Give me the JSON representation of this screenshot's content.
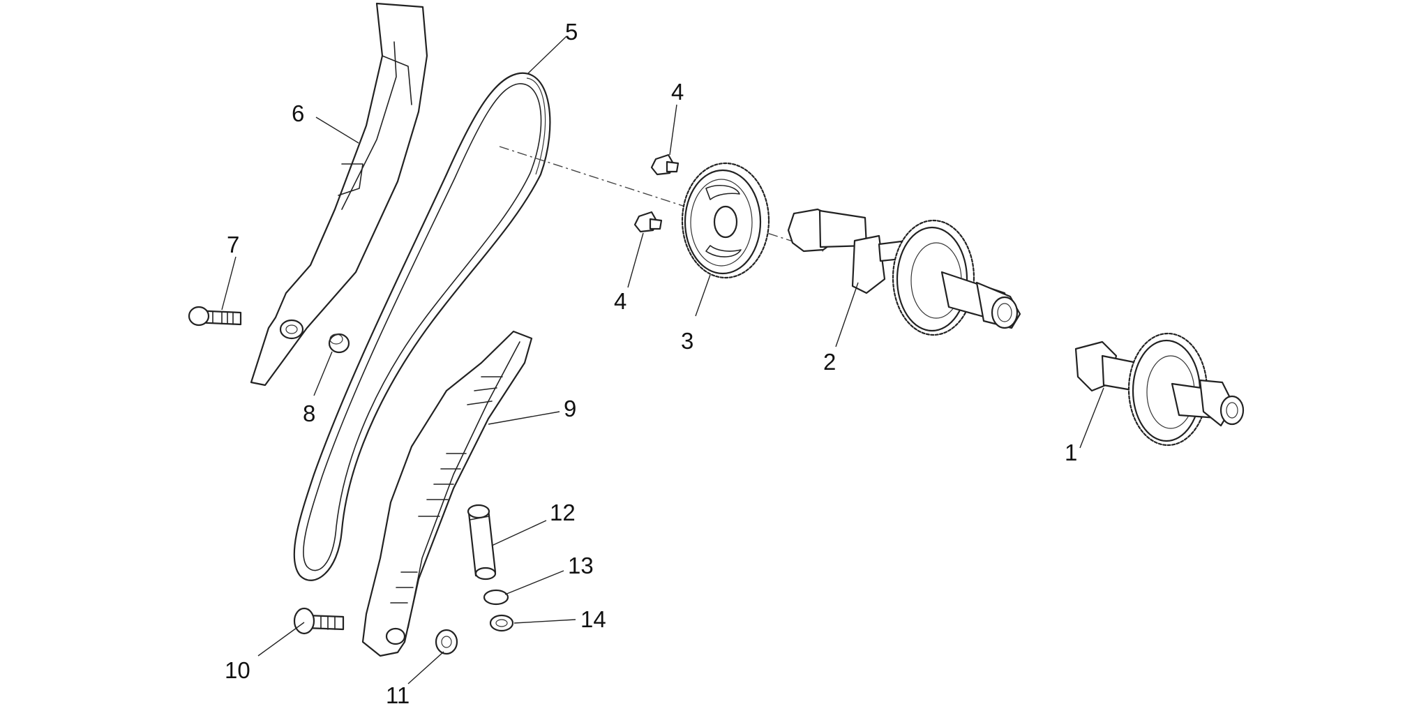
{
  "diagram": {
    "type": "exploded-parts-diagram",
    "colors": {
      "line": "#222222",
      "background": "#ffffff"
    },
    "callouts": [
      {
        "id": "1",
        "label": "1"
      },
      {
        "id": "2",
        "label": "2"
      },
      {
        "id": "3",
        "label": "3"
      },
      {
        "id": "4a",
        "label": "4"
      },
      {
        "id": "4b",
        "label": "4"
      },
      {
        "id": "5",
        "label": "5"
      },
      {
        "id": "6",
        "label": "6"
      },
      {
        "id": "7",
        "label": "7"
      },
      {
        "id": "8",
        "label": "8"
      },
      {
        "id": "9",
        "label": "9"
      },
      {
        "id": "10",
        "label": "10"
      },
      {
        "id": "11",
        "label": "11"
      },
      {
        "id": "12",
        "label": "12"
      },
      {
        "id": "13",
        "label": "13"
      },
      {
        "id": "14",
        "label": "14"
      }
    ]
  }
}
